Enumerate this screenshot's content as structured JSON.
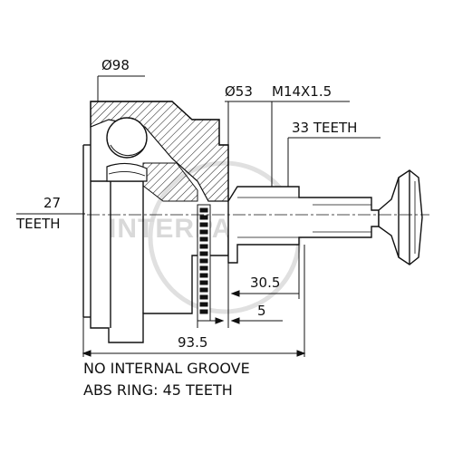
{
  "labels": {
    "outer_diameter": "Ø98",
    "shaft_diameter": "Ø53",
    "thread": "M14X1.5",
    "shaft_teeth": "33 TEETH",
    "inner_teeth_count": "27",
    "inner_teeth_word": "TEETH",
    "dim_30_5": "30.5",
    "dim_5": "5",
    "dim_93_5": "93.5"
  },
  "notes": {
    "line1": "NO INTERNAL GROOVE",
    "line2": "ABS RING: 45 TEETH"
  },
  "watermark": {
    "text": "INTERPARTS"
  },
  "colors": {
    "ink": "#111111",
    "watermark": "#d9d9d9",
    "background": "#ffffff"
  }
}
